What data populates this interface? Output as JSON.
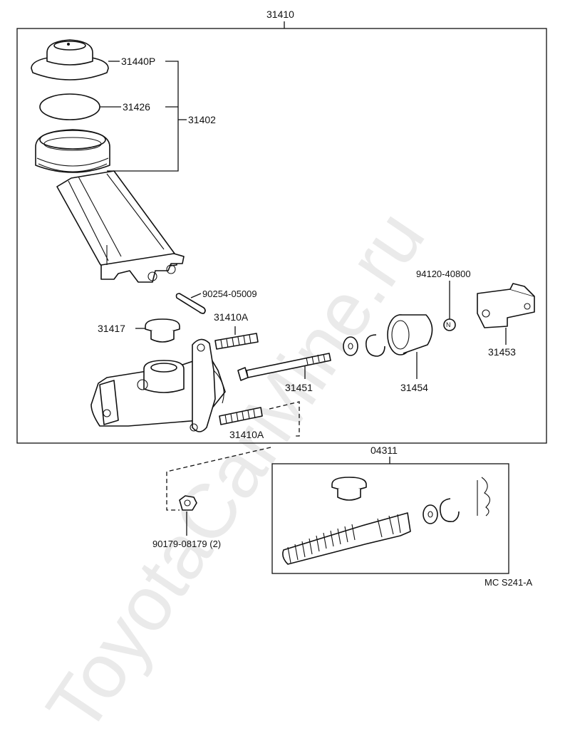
{
  "watermark": "ToyotaCarMine.ru",
  "labels": {
    "assembly_main": "31410",
    "reservoir_cap": "31440P",
    "gasket": "31426",
    "reservoir_set": "31402",
    "pin": "90254-05009",
    "grommet": "31417",
    "stud_upper": "31410A",
    "stud_lower": "31410A",
    "push_rod": "31451",
    "boot": "31454",
    "clip_n": "94120-40800",
    "clevis": "31453",
    "kit": "04311",
    "nut": "90179-08179 (2)",
    "code": "MC S241-A"
  },
  "nut_symbol": "N"
}
